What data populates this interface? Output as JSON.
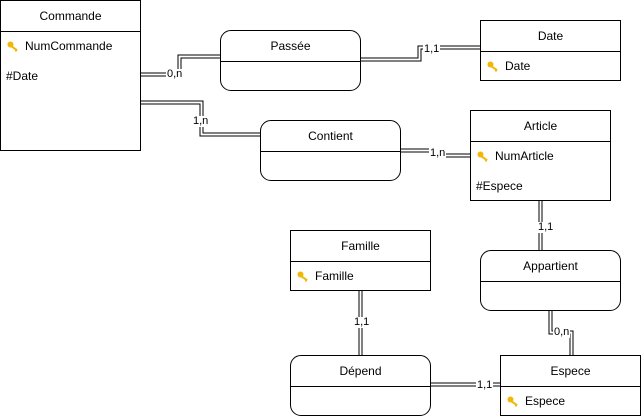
{
  "entities": {
    "commande": {
      "title": "Commande",
      "key": "NumCommande",
      "attr": "#Date"
    },
    "date": {
      "title": "Date",
      "key": "Date"
    },
    "article": {
      "title": "Article",
      "key": "NumArticle",
      "attr": "#Espece"
    },
    "famille": {
      "title": "Famille",
      "key": "Famille"
    },
    "espece": {
      "title": "Espece",
      "key": "Espece"
    }
  },
  "relations": {
    "passee": "Passée",
    "contient": "Contient",
    "appartient": "Appartient",
    "depend": "Dépend"
  },
  "cardinalities": {
    "commande_passee": "0,n",
    "date_passee": "1,1",
    "commande_contient": "1,n",
    "article_contient": "1,n",
    "article_appartient": "1,1",
    "espece_appartient": "0,n",
    "famille_depend": "1,1",
    "espece_depend": "1,1"
  },
  "colors": {
    "key_icon": "#F2B705",
    "line": "#000000"
  }
}
